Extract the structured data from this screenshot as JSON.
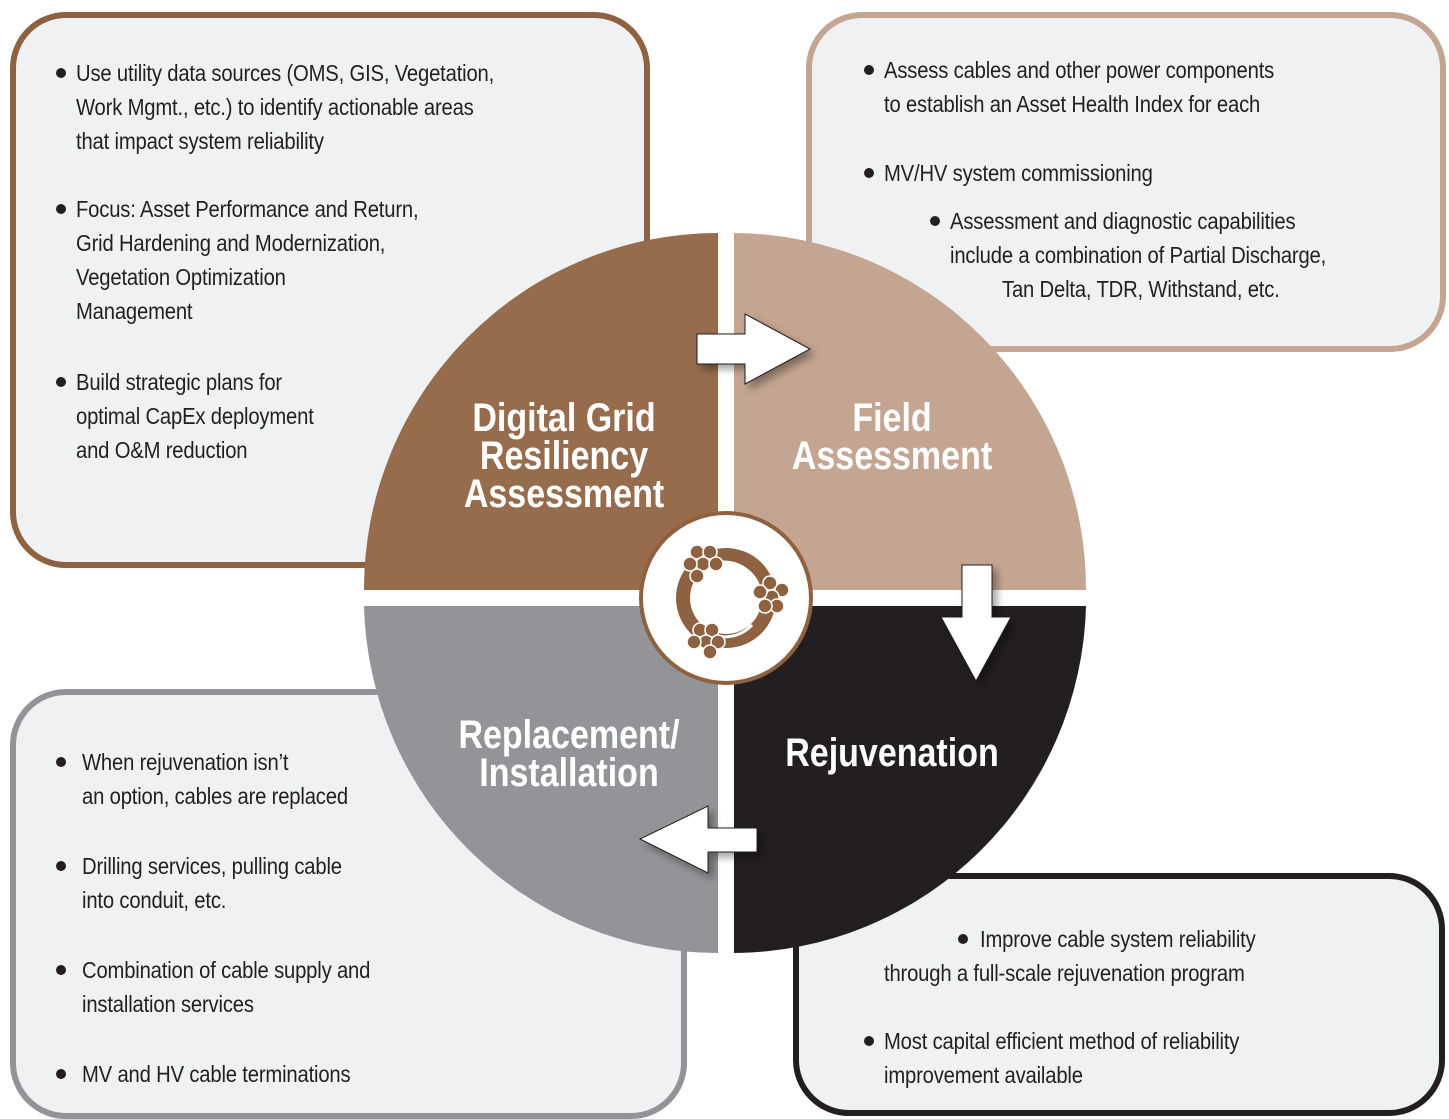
{
  "colors": {
    "digital": "#966c4c",
    "field": "#c4a591",
    "rejuvenation": "#231f20",
    "replacement": "#939497",
    "panel_fill": "#f0f1f3"
  },
  "quadrants": {
    "digital": {
      "title": [
        "Digital Grid",
        "Resiliency",
        "Assessment"
      ]
    },
    "field": {
      "title": [
        "Field",
        "Assessment"
      ]
    },
    "rejuvenation": {
      "title": [
        "Rejuvenation"
      ]
    },
    "replacement": {
      "title": [
        "Replacement/",
        "Installation"
      ]
    }
  },
  "center_icon": "cable-strands-icon",
  "arrows": [
    "arrow-right-icon",
    "arrow-down-icon",
    "arrow-left-icon"
  ],
  "panels": {
    "digital": {
      "bullets": [
        [
          "Use utility data sources (OMS, GIS, Vegetation,",
          "Work Mgmt., etc.) to identify actionable areas",
          "that impact system reliability"
        ],
        [
          "Focus: Asset Performance and Return,",
          "Grid Hardening and Modernization,",
          "Vegetation Optimization",
          "Management"
        ],
        [
          "Build strategic plans for",
          "optimal CapEx deployment",
          "and O&M reduction"
        ]
      ]
    },
    "field": {
      "bullets": [
        [
          "Assess cables and other power components",
          "to establish an Asset Health Index for each"
        ],
        [
          "MV/HV system commissioning"
        ]
      ],
      "sub_bullet": [
        "Assessment and diagnostic capabilities",
        "include a combination of Partial Discharge,",
        "Tan Delta, TDR, Withstand, etc."
      ]
    },
    "replacement": {
      "bullets": [
        [
          "When rejuvenation isn’t",
          "an option, cables are replaced"
        ],
        [
          "Drilling services, pulling cable",
          "into conduit, etc."
        ],
        [
          "Combination of cable supply and",
          "installation services"
        ],
        [
          "MV and HV cable terminations"
        ]
      ]
    },
    "rejuvenation": {
      "bullets": [
        [
          "Improve cable system reliability",
          "through a full-scale rejuvenation program"
        ],
        [
          "Most capital efficient method of reliability",
          "improvement available"
        ]
      ]
    }
  }
}
